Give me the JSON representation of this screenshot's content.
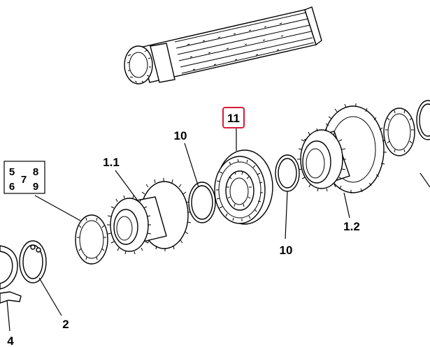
{
  "callouts": {
    "c11": "11",
    "c10a": "10",
    "c11_1": "1.1",
    "c12": "1.2",
    "c10b": "10",
    "c2": "2",
    "c4": "4"
  },
  "group_box": {
    "r1c1": "5",
    "r1c2": "8",
    "mid": "7",
    "r2c1": "6",
    "r2c2": "9"
  },
  "colors": {
    "highlight": "#d7193a",
    "line": "#000000"
  }
}
